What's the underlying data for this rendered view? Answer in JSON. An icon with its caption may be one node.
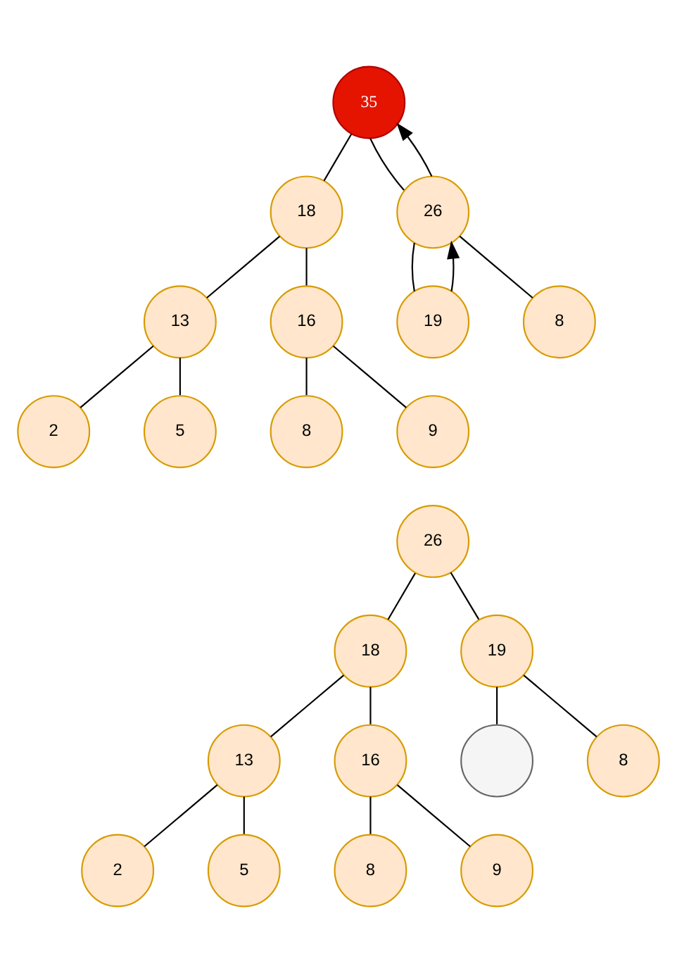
{
  "diagram": {
    "nodes": [
      {
        "text": [
          "35"
        ]
      },
      {
        "text": [
          "18"
        ]
      },
      {
        "text": [
          "26"
        ]
      },
      {
        "text": [
          "13"
        ]
      },
      {
        "text": [
          "16"
        ]
      },
      {
        "text": [
          "19"
        ]
      },
      {
        "text": [
          "8"
        ]
      },
      {
        "text": [
          "2"
        ]
      },
      {
        "text": [
          "5"
        ]
      },
      {
        "text": [
          "8"
        ]
      },
      {
        "text": [
          "9"
        ]
      },
      {
        "text": [
          "26"
        ]
      },
      {
        "text": [
          "18"
        ]
      },
      {
        "text": [
          "19"
        ]
      },
      {
        "text": [
          "13"
        ]
      },
      {
        "text": [
          "16"
        ]
      },
      {
        "text": [],
        "shape": "circle"
      },
      {
        "text": [
          "8"
        ]
      },
      {
        "text": [
          "2"
        ]
      },
      {
        "text": [
          "5"
        ]
      },
      {
        "text": [
          "8"
        ]
      },
      {
        "text": [
          "9"
        ]
      }
    ],
    "edges": [
      {
        "from": 0,
        "to": 1,
        "arrow": "none"
      },
      {
        "from": 0,
        "to": 2,
        "arrow": "none"
      },
      {
        "from": 1,
        "to": 3,
        "arrow": "none"
      },
      {
        "from": 1,
        "to": 4,
        "arrow": "none"
      },
      {
        "from": 2,
        "to": 5,
        "arrow": "none"
      },
      {
        "from": 2,
        "to": 6,
        "arrow": "none"
      },
      {
        "from": 3,
        "to": 7,
        "arrow": "none"
      },
      {
        "from": 3,
        "to": 8,
        "arrow": "none"
      },
      {
        "from": 4,
        "to": 9,
        "arrow": "none"
      },
      {
        "from": 4,
        "to": 10,
        "arrow": "none"
      },
      {
        "from": 5,
        "to": 2,
        "arrow": "to"
      },
      {
        "from": 2,
        "to": 0,
        "arrow": "to"
      },
      {
        "from": 11,
        "to": 12,
        "arrow": "none"
      },
      {
        "from": 11,
        "to": 13,
        "arrow": "none"
      },
      {
        "from": 12,
        "to": 14,
        "arrow": "none"
      },
      {
        "from": 12,
        "to": 15,
        "arrow": "none"
      },
      {
        "from": 13,
        "to": 16,
        "arrow": "none"
      },
      {
        "from": 13,
        "to": 17,
        "arrow": "none"
      },
      {
        "from": 14,
        "to": 18,
        "arrow": "none"
      },
      {
        "from": 14,
        "to": 19,
        "arrow": "none"
      },
      {
        "from": 15,
        "to": 20,
        "arrow": "none"
      },
      {
        "from": 15,
        "to": 21,
        "arrow": "none"
      }
    ]
  }
}
